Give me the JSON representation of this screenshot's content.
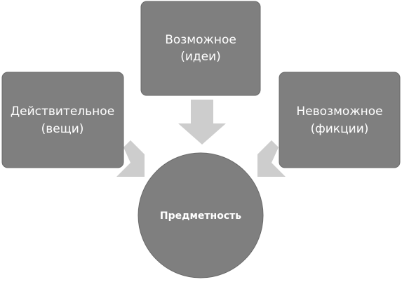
{
  "diagram": {
    "top": {
      "line1": "Возможное",
      "line2": "(идеи)"
    },
    "left": {
      "line1": "Действительное",
      "line2": "(вещи)"
    },
    "right": {
      "line1": "Невозможное",
      "line2": "(фикции)"
    },
    "center": {
      "label": "Предметность"
    }
  },
  "colors": {
    "node_fill": "#7f7f7f",
    "arrow_fill": "#cdcdcd",
    "text": "#ffffff"
  }
}
